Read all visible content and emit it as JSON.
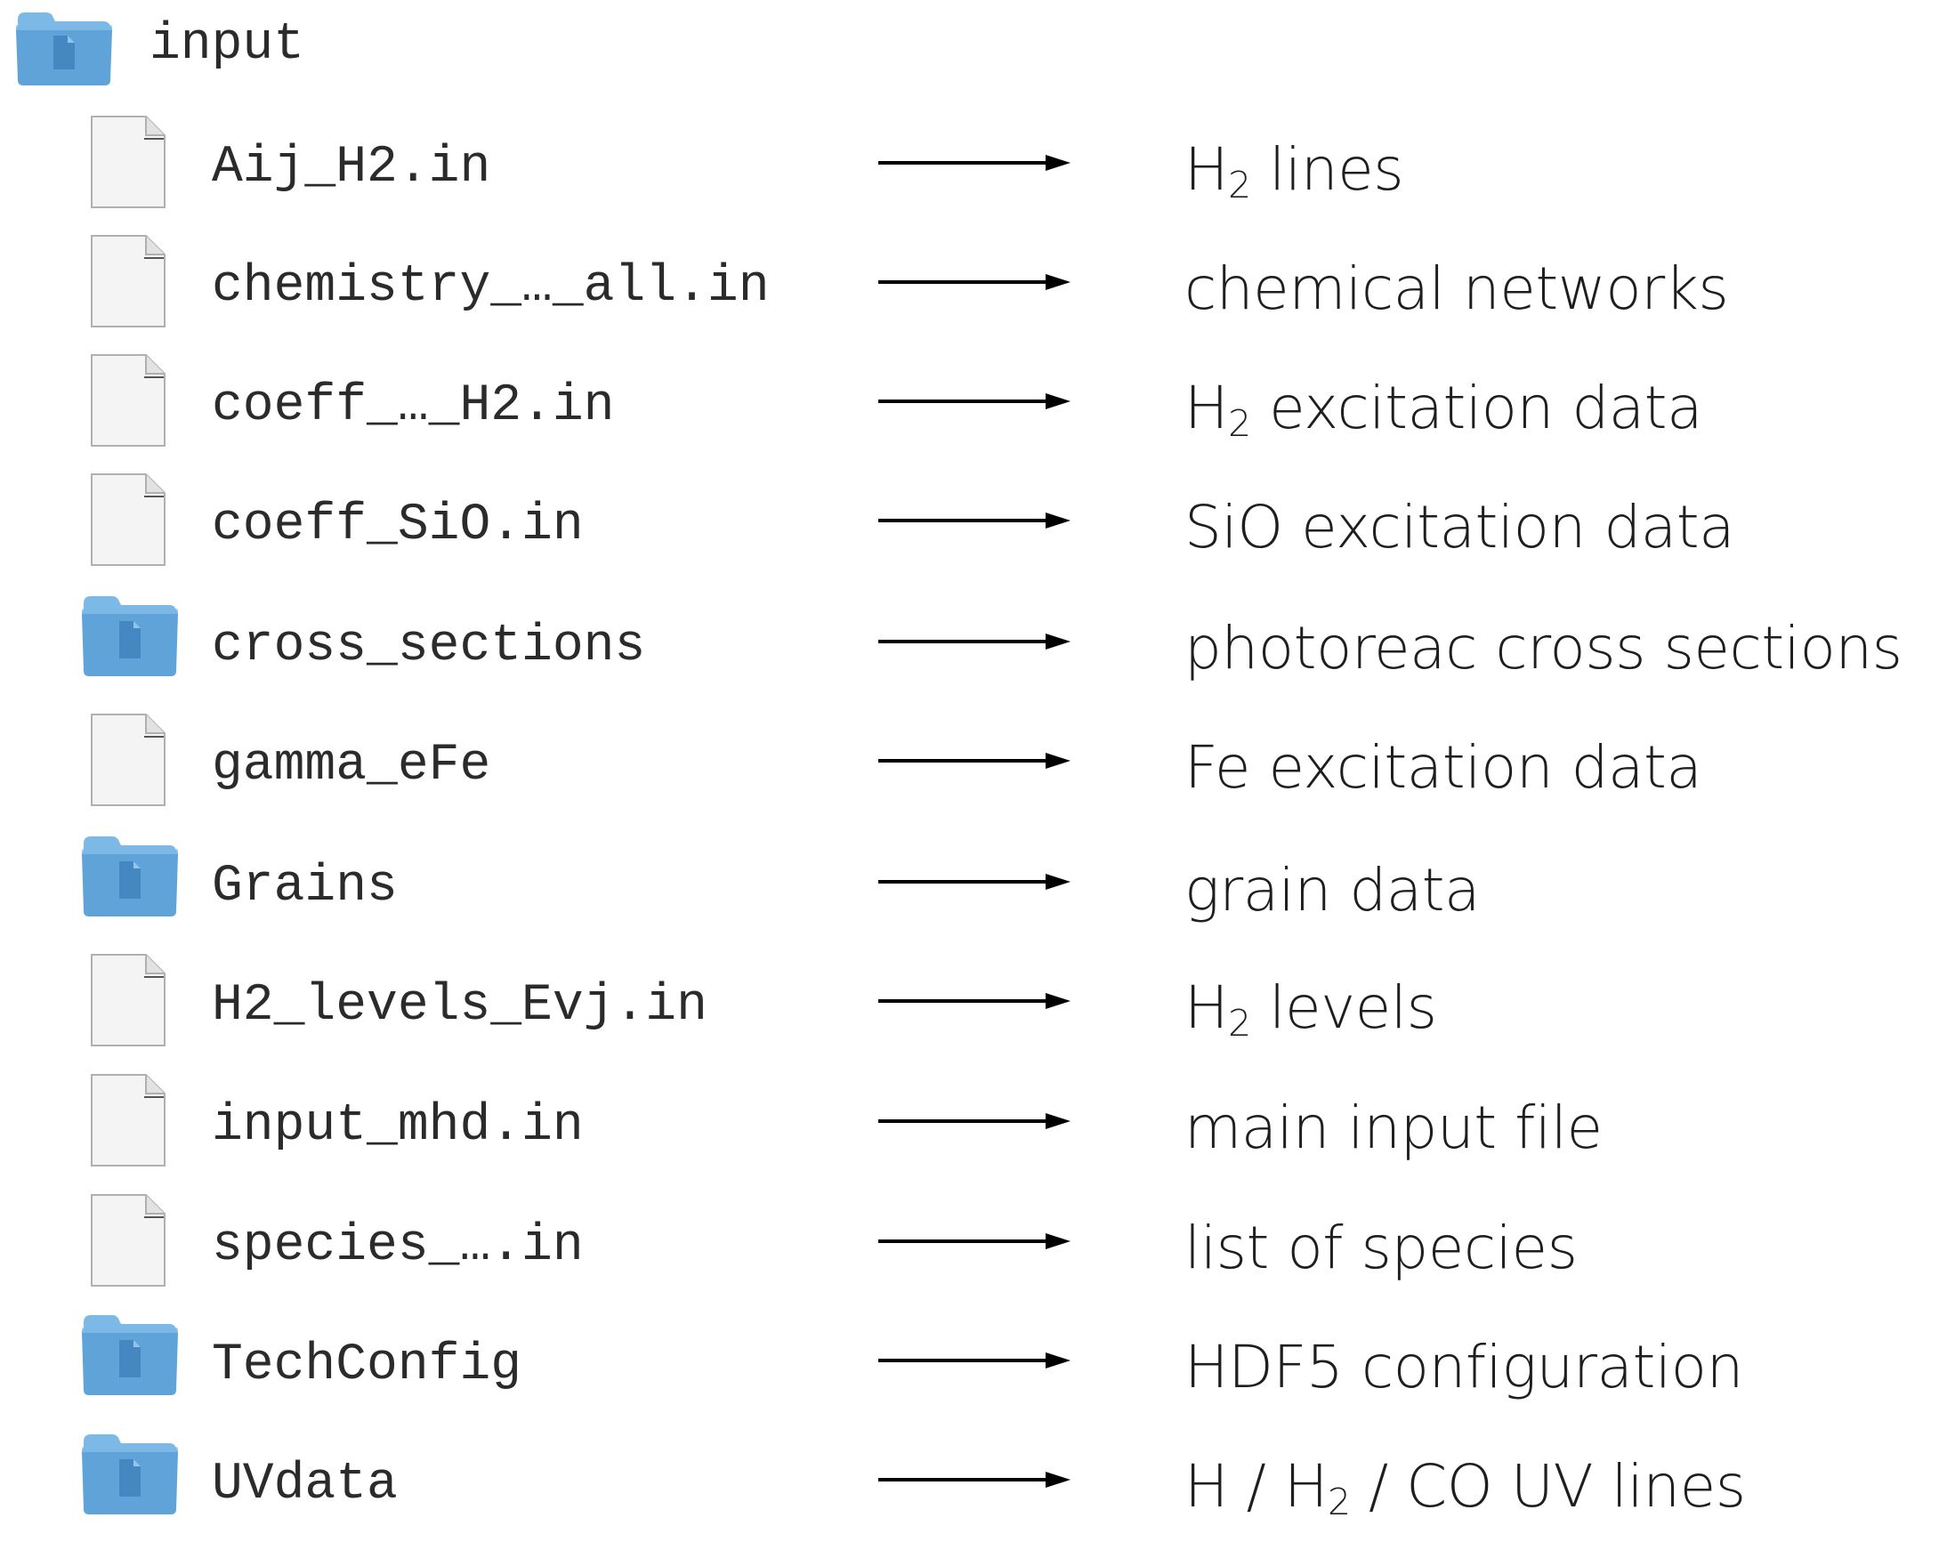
{
  "root": {
    "name": "input",
    "icon": "folder-icon"
  },
  "items": [
    {
      "name": "Aij_H2.in",
      "type": "file",
      "icon": "document-icon",
      "desc_parts": [
        "H",
        "2",
        " lines"
      ]
    },
    {
      "name": "chemistry_…_all.in",
      "type": "file",
      "icon": "document-icon",
      "desc_parts": [
        "chemical networks"
      ]
    },
    {
      "name": "coeff_…_H2.in",
      "type": "file",
      "icon": "document-icon",
      "desc_parts": [
        "H",
        "2",
        " excitation data"
      ]
    },
    {
      "name": "coeff_SiO.in",
      "type": "file",
      "icon": "document-icon",
      "desc_parts": [
        "SiO excitation data"
      ]
    },
    {
      "name": "cross_sections",
      "type": "folder",
      "icon": "folder-icon",
      "desc_parts": [
        "photoreac cross sections"
      ]
    },
    {
      "name": "gamma_eFe",
      "type": "file",
      "icon": "document-icon",
      "desc_parts": [
        "Fe excitation data"
      ]
    },
    {
      "name": "Grains",
      "type": "folder",
      "icon": "folder-icon",
      "desc_parts": [
        "grain data"
      ]
    },
    {
      "name": "H2_levels_Evj.in",
      "type": "file",
      "icon": "document-icon",
      "desc_parts": [
        "H",
        "2",
        " levels"
      ]
    },
    {
      "name": "input_mhd.in",
      "type": "file",
      "icon": "document-icon",
      "desc_parts": [
        "main input file"
      ]
    },
    {
      "name": "species_….in",
      "type": "file",
      "icon": "document-icon",
      "desc_parts": [
        "list of species"
      ]
    },
    {
      "name": "TechConfig",
      "type": "folder",
      "icon": "folder-icon",
      "desc_parts": [
        "HDF5 configuration"
      ]
    },
    {
      "name": "UVdata",
      "type": "folder",
      "icon": "folder-icon",
      "desc_parts": [
        "H / H",
        "2",
        " / CO UV lines"
      ]
    }
  ],
  "colors": {
    "folder_body": "#5fa3d8",
    "folder_tab": "#7db9e6",
    "folder_doc": "#3f82bd",
    "file_fill": "#f4f4f4",
    "file_stroke": "#b0b0b0",
    "arrow": "#000000"
  }
}
